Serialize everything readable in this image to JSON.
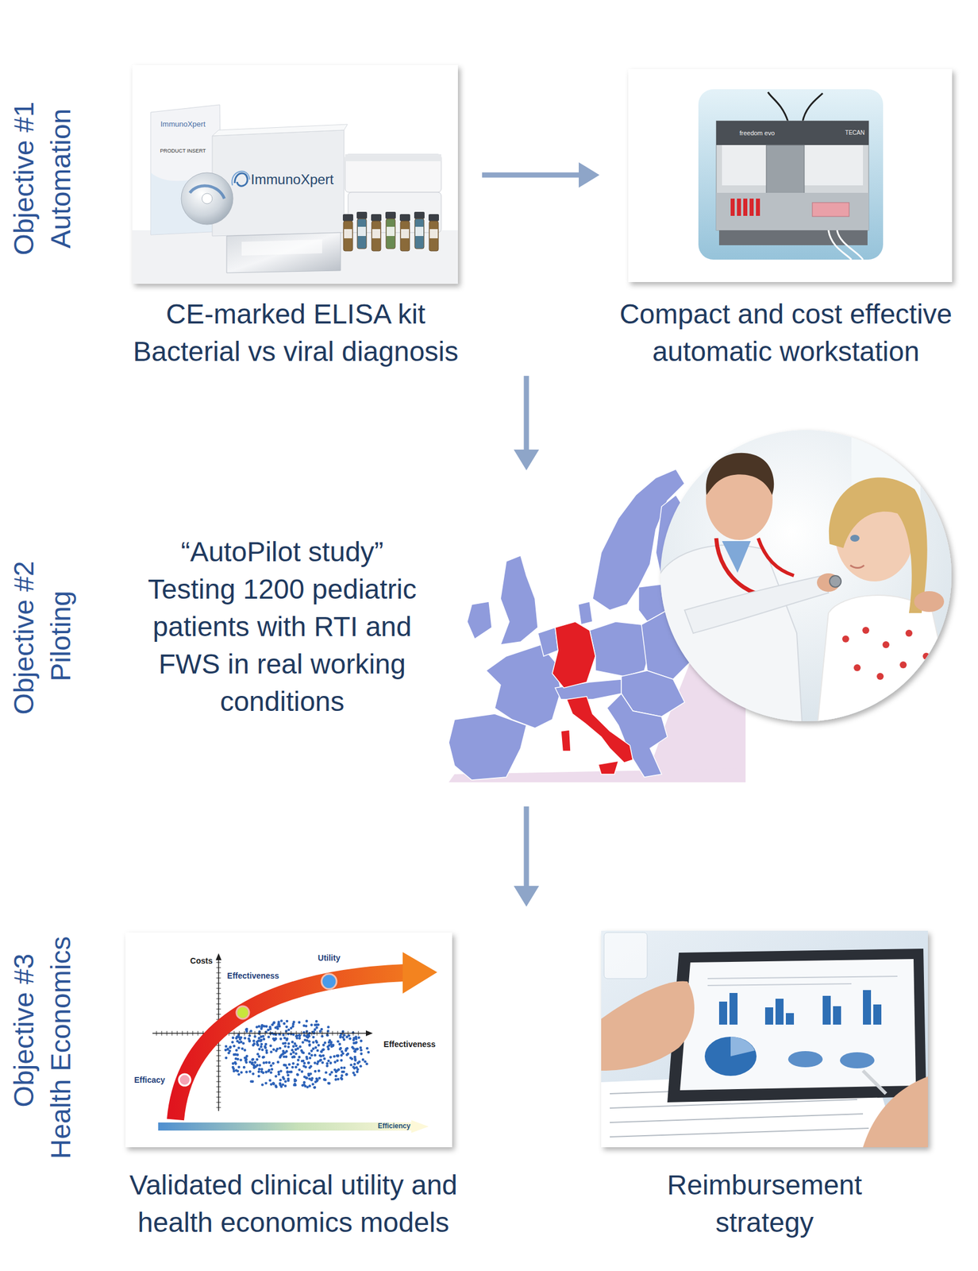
{
  "diagram": {
    "nodes": [
      {
        "text": [
          "CE-marked ELISA kit",
          "Bacterial vs viral diagnosis"
        ]
      },
      {
        "text": [
          "Compact and cost effective automatic workstation"
        ]
      },
      {
        "text": [
          "“AutoPilot study”",
          "Testing 1200 pediatric patients with RTI and FWS in real working conditions"
        ]
      },
      {
        "text": [
          "Validated clinical utility and health economics models"
        ]
      },
      {
        "text": [
          "Reimbursement strategy"
        ]
      }
    ],
    "edges": [
      {
        "from": 0,
        "to": 1,
        "arrow": "to"
      },
      {
        "from": 1,
        "to": 2,
        "arrow": "to"
      },
      {
        "from": 2,
        "to": 3,
        "arrow": "to"
      }
    ],
    "labels": [
      "Objective #1",
      "Automation",
      "Objective #2",
      "Piloting",
      "Objective #3",
      "Health Economics",
      "ImmunoXpert",
      "PRODUCT INSERT",
      "ImmunoXpert",
      "freedom evo",
      "TECAN",
      "Costs",
      "Effectiveness",
      "Utility",
      "Efficacy",
      "Effectiveness",
      "Efficiency"
    ]
  }
}
